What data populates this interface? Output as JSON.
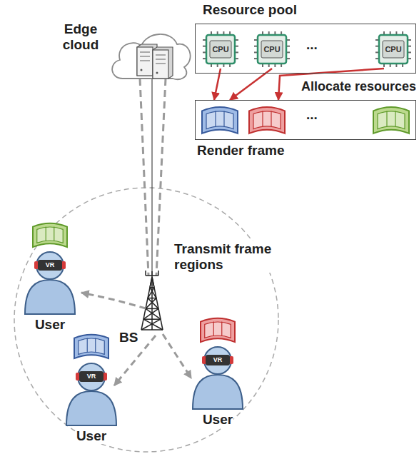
{
  "diagram": {
    "nodes": [
      {
        "text": [
          "Resource pool"
        ]
      },
      {
        "text": [
          "CPU"
        ],
        "in": 0
      },
      {
        "text": [
          "CPU"
        ],
        "in": 0
      },
      {
        "text": [
          "CPU"
        ],
        "in": 0
      },
      {
        "text": [
          "Render frame"
        ]
      },
      {
        "text": [
          "Edge cloud"
        ]
      }
    ],
    "edges": [
      {
        "from": 1,
        "to": 4,
        "arrow": "to"
      },
      {
        "from": 2,
        "to": 4,
        "arrow": "to"
      },
      {
        "from": 3,
        "to": 4,
        "arrow": "to"
      }
    ],
    "labels": [
      "...",
      "Allocate resources",
      "...",
      "Transmit frame regions",
      "User",
      "User",
      "User",
      "BS",
      "VR",
      "VR",
      "VR"
    ]
  }
}
